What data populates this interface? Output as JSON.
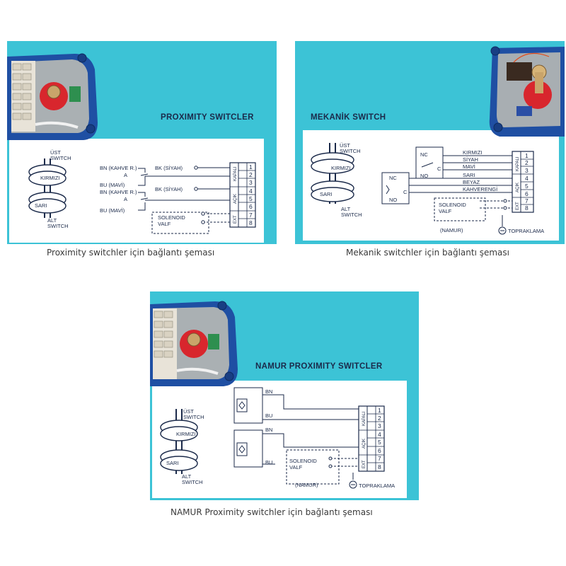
{
  "panels": [
    {
      "title": "PROXIMITY SWITCLER",
      "caption": "Proximity switchler için bağlantı şeması",
      "shaft": {
        "top": "ÜST\nSWITCH",
        "red": "KIRMIZI",
        "yellow": "SARI",
        "bottom": "ALT\nSWITCH"
      },
      "wires_left": [
        "BN (KAHVE R.)",
        "A",
        "BU (MAVİ)",
        "BN (KAHVE R.)",
        "A",
        "BU (MAVİ)"
      ],
      "wires_mid": [
        "BK (SİYAH)",
        "BK (SİYAH)"
      ],
      "solenoid": [
        "SOLENOID",
        "VALF"
      ],
      "groups": [
        "KAPALI",
        "AÇIK",
        "EXT"
      ],
      "terminals": [
        "1",
        "2",
        "3",
        "4",
        "5",
        "6",
        "7",
        "8"
      ]
    },
    {
      "title": "MEKANİK SWITCH",
      "caption": "Mekanik switchler için bağlantı şeması",
      "shaft": {
        "top": "ÜST\nSWITCH",
        "red": "KIRMIZI",
        "yellow": "SARI",
        "bottom": "ALT\nSWITCH"
      },
      "switch_labels": [
        "NC",
        "C",
        "NO",
        "NC",
        "C",
        "NO"
      ],
      "wire_colors": [
        "KIRMIZI",
        "SİYAH",
        "MAVİ",
        "SARI",
        "BEYAZ",
        "KAHVERENGİ"
      ],
      "solenoid": [
        "SOLENOID",
        "VALF"
      ],
      "namur": "(NAMUR)",
      "ground": "TOPRAKLAMA",
      "groups": [
        "KAPALI",
        "AÇIK",
        "EXT"
      ],
      "terminals": [
        "1",
        "2",
        "3",
        "4",
        "5",
        "6",
        "7",
        "8"
      ]
    },
    {
      "title": "NAMUR PROXIMITY SWITCLER",
      "caption": "NAMUR Proximity switchler için bağlantı şeması",
      "shaft": {
        "top": "ÜST\nSWITCH",
        "red": "KIRMIZI",
        "yellow": "SARI",
        "bottom": "ALT\nSWITCH"
      },
      "wires": [
        "BN",
        "BU",
        "BN",
        "BU"
      ],
      "solenoid": [
        "SOLENOID",
        "VALF"
      ],
      "namur": "(NAMUR)",
      "ground": "TOPRAKLAMA",
      "groups": [
        "KAPALI",
        "AÇIK",
        "EXT"
      ],
      "terminals": [
        "1",
        "2",
        "3",
        "4",
        "5",
        "6",
        "7",
        "8"
      ]
    }
  ]
}
